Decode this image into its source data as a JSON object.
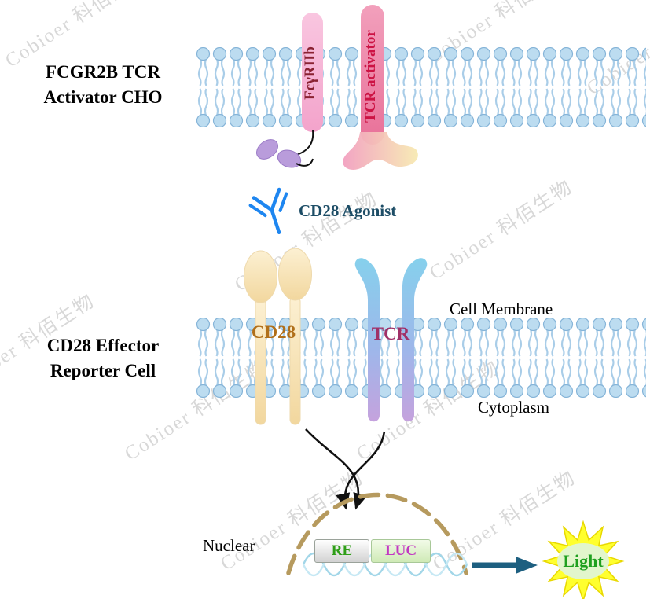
{
  "watermark": {
    "text": "Cobioer  科佰生物"
  },
  "top_cell": {
    "title_line1": "FCGR2B TCR",
    "title_line2": "Activator CHO",
    "fcgr2b_label": "FcγRIIb",
    "tcr_activator_label": "TCR activator"
  },
  "agonist_label": "CD28 Agonist",
  "effector_cell": {
    "title_line1": "CD28 Effector",
    "title_line2": "Reporter Cell",
    "cd28_label": "CD28",
    "tcr_label": "TCR",
    "cell_membrane_label": "Cell Membrane",
    "cytoplasm_label": "Cytoplasm"
  },
  "nucleus": {
    "label": "Nuclear",
    "re_label": "RE",
    "luc_label": "LUC"
  },
  "light_label": "Light",
  "colors": {
    "membrane_head": "#bcdcf0",
    "membrane_tail": "#a9cde8",
    "fcgr2b_bar": "#f5b0d4",
    "fcgr2b_text": "#8a2232",
    "tcr_activator_bar": "#ec7fa4",
    "tcr_activator_text": "#cc1344",
    "ig_domain_purple": "#b99cdb",
    "antibody_blue": "#1e86f0",
    "cd28_wheat": "#f2d79e",
    "cd28_text": "#b06f1a",
    "tcr_top": "#86d0ec",
    "tcr_bottom": "#c9a0dc",
    "tcr_text": "#a03068",
    "nucleus_dash": "#b69a5e",
    "re_text": "#2f9e18",
    "luc_text": "#c238c2",
    "light_arrow": "#1d5f80",
    "starburst": "#ffff2e",
    "light_text": "#1fa01f"
  }
}
